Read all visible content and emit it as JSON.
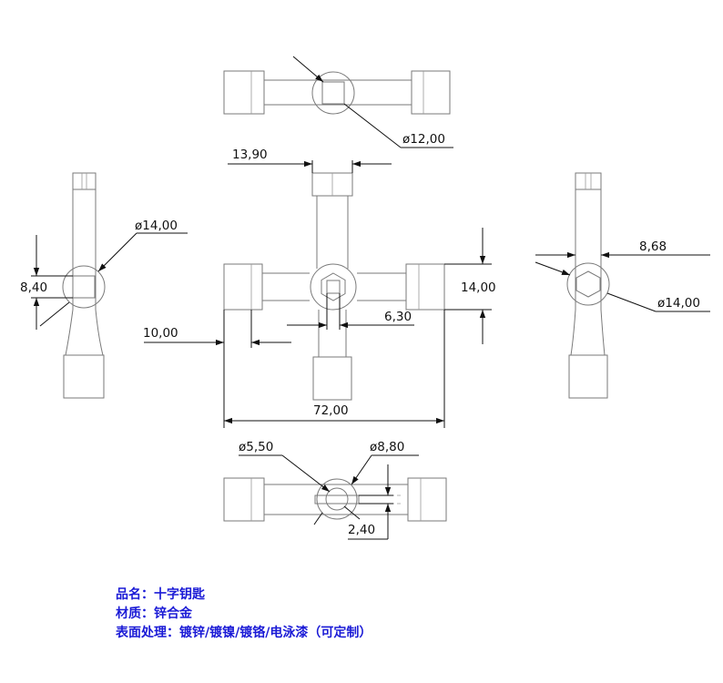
{
  "dimensions": {
    "top_diameter": "ø12,00",
    "tip_width": "13,90",
    "left_diameter": "ø14,00",
    "left_square": "8,40",
    "right_hex": "8,68",
    "right_diameter": "ø14,00",
    "center_height": "14,00",
    "center_square": "6,30",
    "arm_length": "10,00",
    "overall_length": "72,00",
    "bottom_small_diameter": "ø5,50",
    "bottom_large_diameter": "ø8,80",
    "bottom_slot": "2,40"
  },
  "specs": [
    {
      "label": "品名：",
      "value": "十字钥匙"
    },
    {
      "label": "材质：",
      "value": "锌合金"
    },
    {
      "label": "表面处理：",
      "value": "镀锌/镀镍/镀铬/电泳漆（可定制）"
    }
  ],
  "colors": {
    "text": "#1a1ad6",
    "line": "#7a7a7a",
    "dim": "#111111"
  }
}
